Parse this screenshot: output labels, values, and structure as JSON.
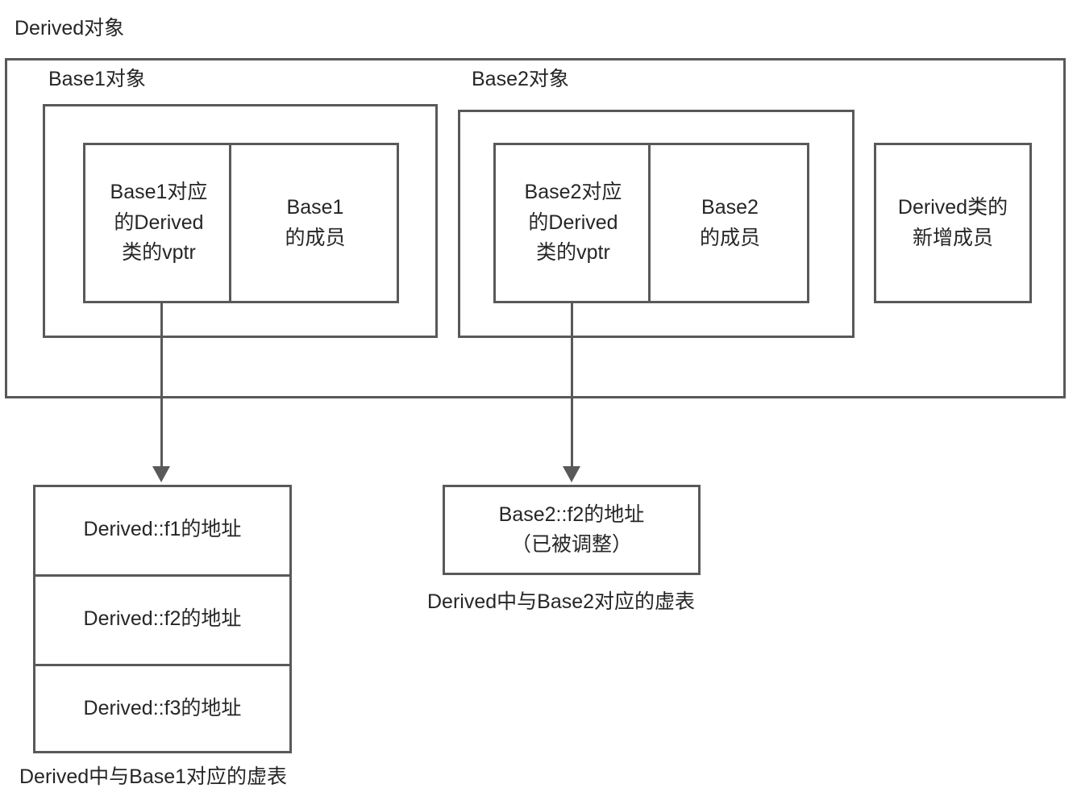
{
  "diagram": {
    "title": "Derived对象",
    "outer_object_label": "Derived对象",
    "subobjects": {
      "base1_label": "Base1对象",
      "base2_label": "Base2对象"
    },
    "base1_cells": {
      "vptr": {
        "line1": "Base1对应",
        "line2": "的Derived",
        "line3": "类的vptr"
      },
      "members": {
        "line1": "Base1",
        "line2": "的成员"
      }
    },
    "base2_cells": {
      "vptr": {
        "line1": "Base2对应",
        "line2": "的Derived",
        "line3": "类的vptr"
      },
      "members": {
        "line1": "Base2",
        "line2": "的成员"
      }
    },
    "derived_extra": {
      "line1": "Derived类的",
      "line2": "新增成员"
    },
    "vtable_base1": {
      "entries": [
        "Derived::f1的地址",
        "Derived::f2的地址",
        "Derived::f3的地址"
      ],
      "caption": "Derived中与Base1对应的虚表"
    },
    "vtable_base2": {
      "entry_line1": "Base2::f2的地址",
      "entry_line2": "（已被调整）",
      "caption": "Derived中与Base2对应的虚表"
    },
    "colors": {
      "border": "#595959",
      "text": "#262626",
      "background": "#ffffff"
    }
  }
}
